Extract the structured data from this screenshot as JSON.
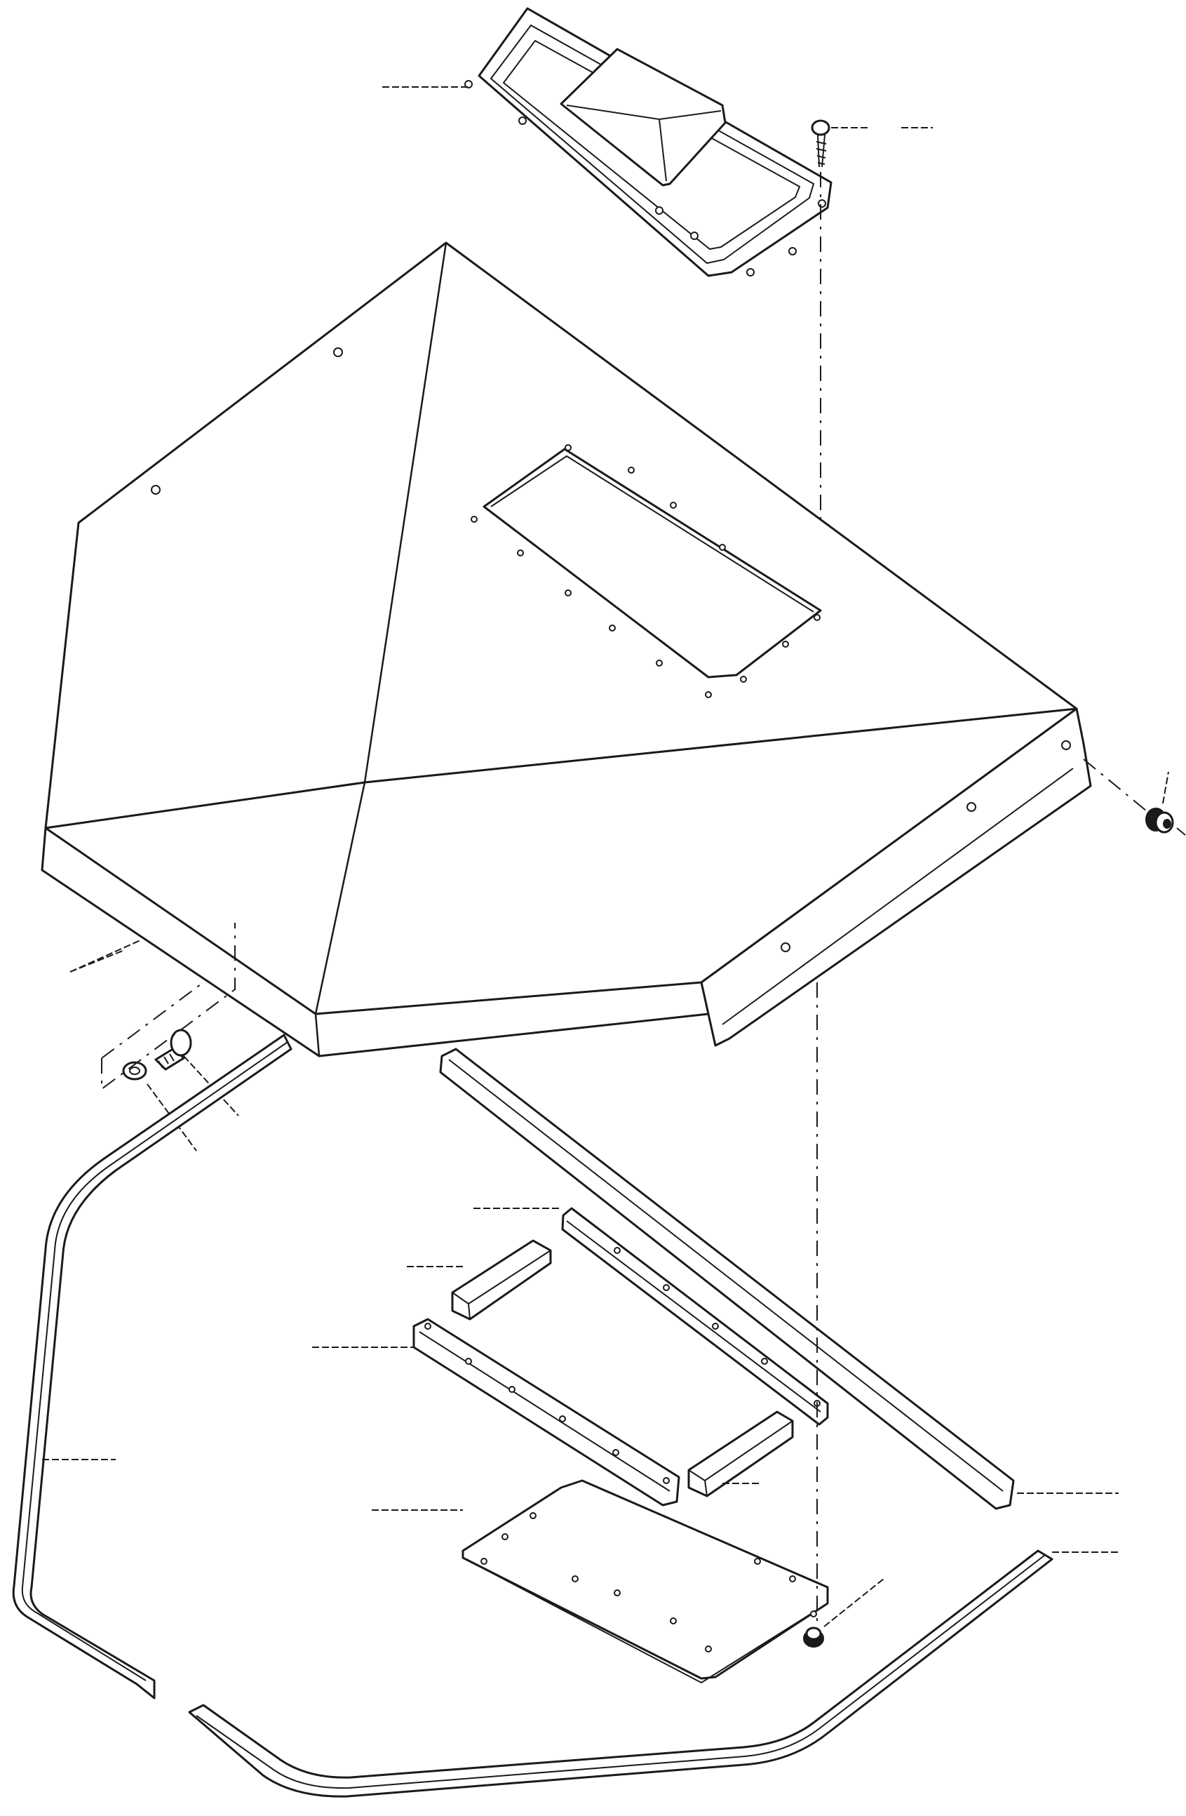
{
  "figure": {
    "title": "",
    "callouts": []
  },
  "parts": [
    {
      "id": "hatch-cover",
      "icon": "hatch-cover-icon"
    },
    {
      "id": "cover-screw",
      "icon": "screw-icon"
    },
    {
      "id": "pyramid-cover",
      "icon": "cover-icon"
    },
    {
      "id": "side-grommet",
      "icon": "grommet-icon"
    },
    {
      "id": "bolt-and-washer",
      "icon": "bolt-icon"
    },
    {
      "id": "side-rail",
      "icon": "rail-icon"
    },
    {
      "id": "long-bar",
      "icon": "bar-icon"
    },
    {
      "id": "short-block-left",
      "icon": "block-icon"
    },
    {
      "id": "short-block-right",
      "icon": "block-icon"
    },
    {
      "id": "front-bar",
      "icon": "bar-icon"
    },
    {
      "id": "base-plate",
      "icon": "plate-icon"
    },
    {
      "id": "nut",
      "icon": "nut-icon"
    },
    {
      "id": "bent-frame-left",
      "icon": "frame-icon"
    },
    {
      "id": "bent-frame-bottom",
      "icon": "frame-icon"
    },
    {
      "id": "right-rail",
      "icon": "rail-icon"
    }
  ],
  "colors": {
    "line": "#1a1a1a",
    "background": "#ffffff"
  }
}
